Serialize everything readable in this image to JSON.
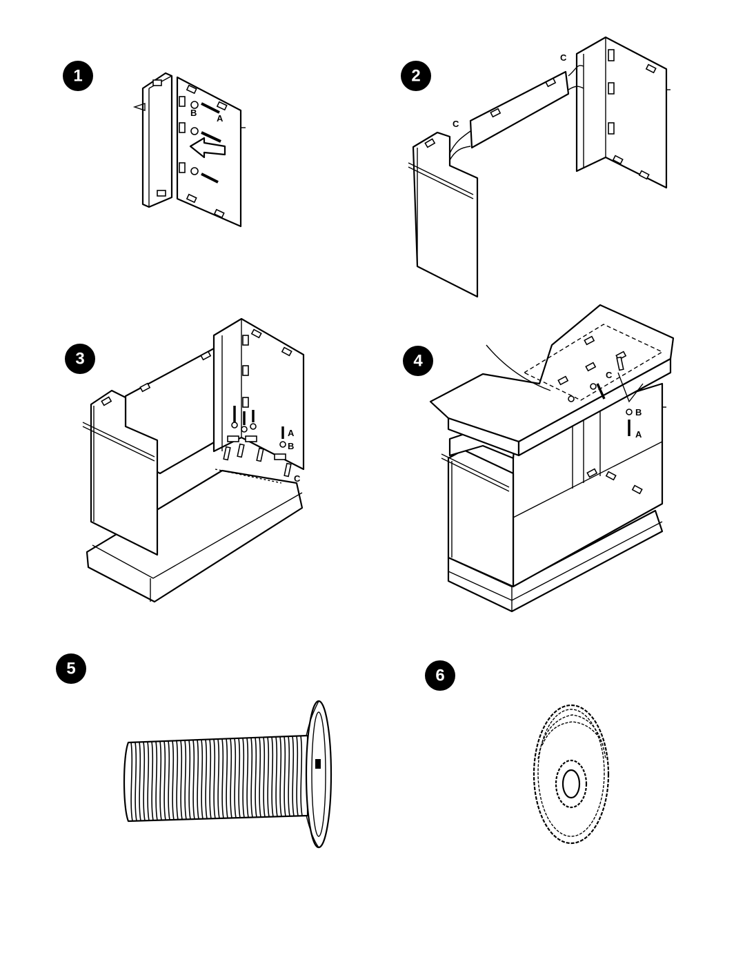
{
  "steps": [
    {
      "number": "1",
      "labels": [
        "B",
        "A"
      ]
    },
    {
      "number": "2",
      "labels": [
        "C",
        "C"
      ]
    },
    {
      "number": "3",
      "labels": [
        "A",
        "B",
        "C"
      ]
    },
    {
      "number": "4",
      "labels": [
        "C",
        "B",
        "A"
      ]
    },
    {
      "number": "5",
      "labels": []
    },
    {
      "number": "6",
      "labels": []
    }
  ],
  "colors": {
    "ink": "#000000",
    "paper": "#ffffff"
  }
}
